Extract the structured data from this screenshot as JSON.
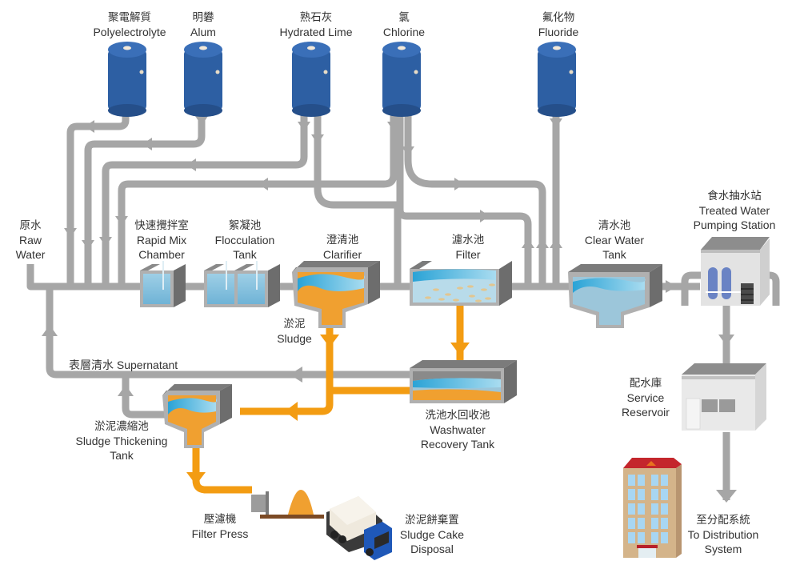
{
  "title": "Water Treatment Process",
  "colors": {
    "pipe": "#a6a6a6",
    "sludge": "#f39c12",
    "chem_tank": "#2d5fa3",
    "water": "#5bb8df",
    "tank_wall": "#757575"
  },
  "chemicals": [
    {
      "zh": "聚電解質",
      "en": "Polyelectrolyte"
    },
    {
      "zh": "明礬",
      "en": "Alum"
    },
    {
      "zh": "熟石灰",
      "en": "Hydrated Lime"
    },
    {
      "zh": "氯",
      "en": "Chlorine"
    },
    {
      "zh": "氟化物",
      "en": "Fluoride"
    }
  ],
  "stages": {
    "raw_water": {
      "zh": "原水",
      "en1": "Raw",
      "en2": "Water"
    },
    "rapid_mix": {
      "zh": "快速攪拌室",
      "en1": "Rapid Mix",
      "en2": "Chamber"
    },
    "flocculation": {
      "zh": "絮凝池",
      "en1": "Flocculation",
      "en2": "Tank"
    },
    "clarifier": {
      "zh": "澄清池",
      "en1": "Clarifier"
    },
    "filter": {
      "zh": "濾水池",
      "en1": "Filter"
    },
    "clear_water": {
      "zh": "清水池",
      "en1": "Clear Water",
      "en2": "Tank"
    },
    "pumping": {
      "zh": "食水抽水站",
      "en1": "Treated Water",
      "en2": "Pumping Station"
    },
    "service_reservoir": {
      "zh": "配水庫",
      "en1": "Service",
      "en2": "Reservoir"
    },
    "distribution": {
      "zh": "至分配系統",
      "en1": "To Distribution",
      "en2": "System"
    },
    "sludge": {
      "zh": "淤泥",
      "en1": "Sludge"
    },
    "supernatant": {
      "text": "表層清水 Supernatant"
    },
    "washwater": {
      "zh": "洗池水回收池",
      "en1": "Washwater",
      "en2": "Recovery Tank"
    },
    "thickening": {
      "zh": "淤泥濃縮池",
      "en1": "Sludge Thickening",
      "en2": "Tank"
    },
    "filter_press": {
      "zh": "壓濾機",
      "en1": "Filter Press"
    },
    "cake_disposal": {
      "zh": "淤泥餅棄置",
      "en1": "Sludge Cake",
      "en2": "Disposal"
    }
  }
}
